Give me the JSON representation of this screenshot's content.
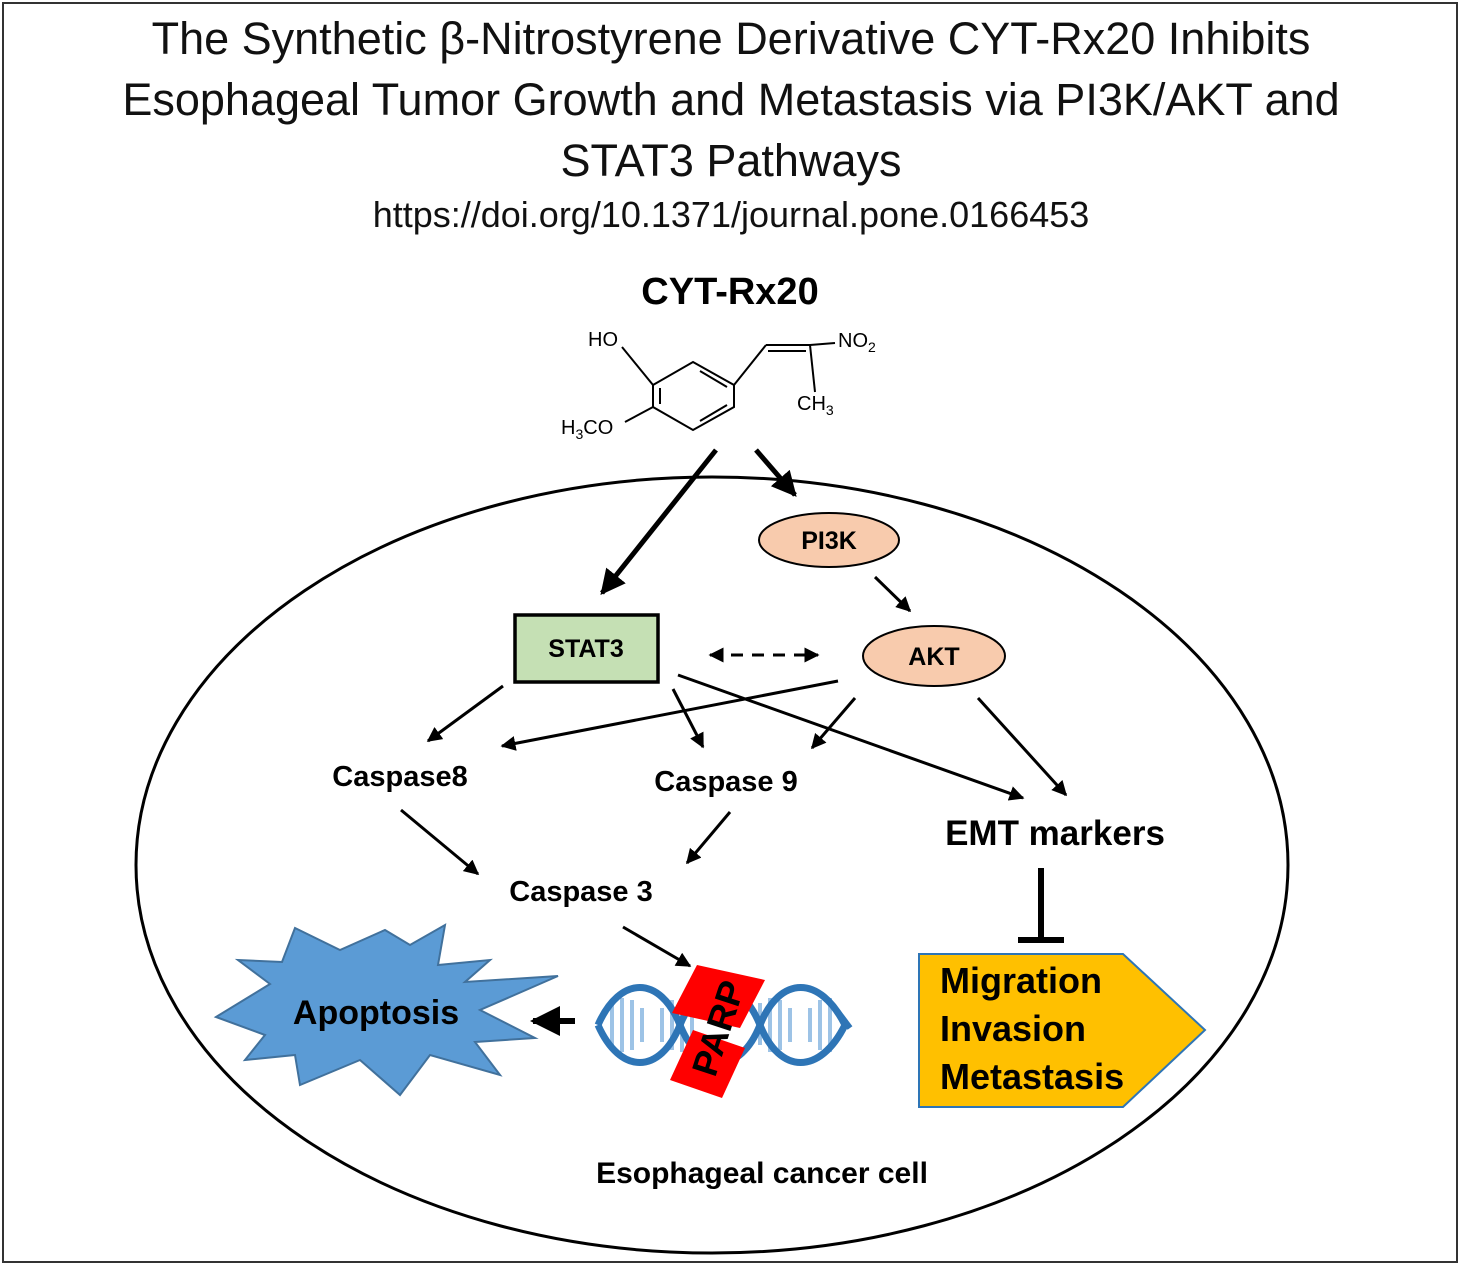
{
  "title": {
    "line1": "The Synthetic β-Nitrostyrene Derivative CYT-Rx20 Inhibits",
    "line2": "Esophageal Tumor Growth and Metastasis via PI3K/AKT and",
    "line3": "STAT3 Pathways",
    "doi": "https://doi.org/10.1371/journal.pone.0166453"
  },
  "compound": {
    "name": "CYT-Rx20",
    "substituents": {
      "ho": "HO",
      "h3co_h": "H",
      "h3co_sub": "3",
      "h3co_rest": "CO",
      "no2_main": "NO",
      "no2_sub": "2",
      "ch3_main": "CH",
      "ch3_sub": "3"
    }
  },
  "nodes": {
    "pi3k": "PI3K",
    "akt": "AKT",
    "stat3": "STAT3",
    "caspase8": "Caspase8",
    "caspase9": "Caspase 9",
    "caspase3": "Caspase 3",
    "emt": "EMT markers",
    "apoptosis": "Apoptosis",
    "parp": "PARP",
    "outcomes": [
      "Migration",
      "Invasion",
      "Metastasis"
    ],
    "cell_label": "Esophageal cancer cell"
  },
  "colors": {
    "pi3k_fill": "#F8CBAD",
    "akt_fill": "#F8CBAD",
    "stat3_fill": "#C5E0B4",
    "apoptosis_fill": "#5B9BD5",
    "apoptosis_stroke": "#41719C",
    "outcome_fill": "#FFC000",
    "outcome_stroke": "#2E75B6",
    "parp_fill": "#FF0000",
    "dna_strand": "#2E75B6",
    "dna_rung": "#9DC3E6"
  }
}
